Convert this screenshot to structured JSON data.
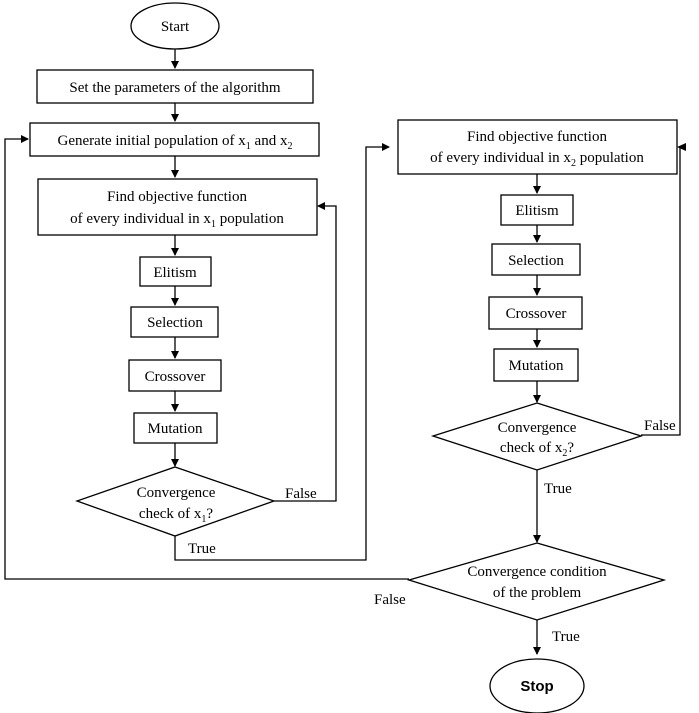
{
  "nodes": {
    "start": "Start",
    "set_params": "Set the parameters of the algorithm",
    "gen_init": {
      "pre": "Generate initial population of x",
      "sub1": "1",
      "mid": " and x",
      "sub2": "2"
    },
    "obj_x1": {
      "line1": "Find objective function",
      "pre": "of every individual in x",
      "sub": "1",
      "post": " population"
    },
    "obj_x2": {
      "line1": "Find objective function",
      "pre": "of every individual in x",
      "sub": "2",
      "post": " population"
    },
    "elitism": "Elitism",
    "selection": "Selection",
    "crossover": "Crossover",
    "mutation": "Mutation",
    "conv_x1": {
      "line1": "Convergence",
      "pre": "check of x",
      "sub": "1",
      "post": "?"
    },
    "conv_x2": {
      "line1": "Convergence",
      "pre": "check of x",
      "sub": "2",
      "post": "?"
    },
    "conv_problem": {
      "line1": "Convergence condition",
      "line2": "of the problem"
    },
    "stop": "Stop"
  },
  "edge_labels": {
    "true": "True",
    "false": "False"
  }
}
